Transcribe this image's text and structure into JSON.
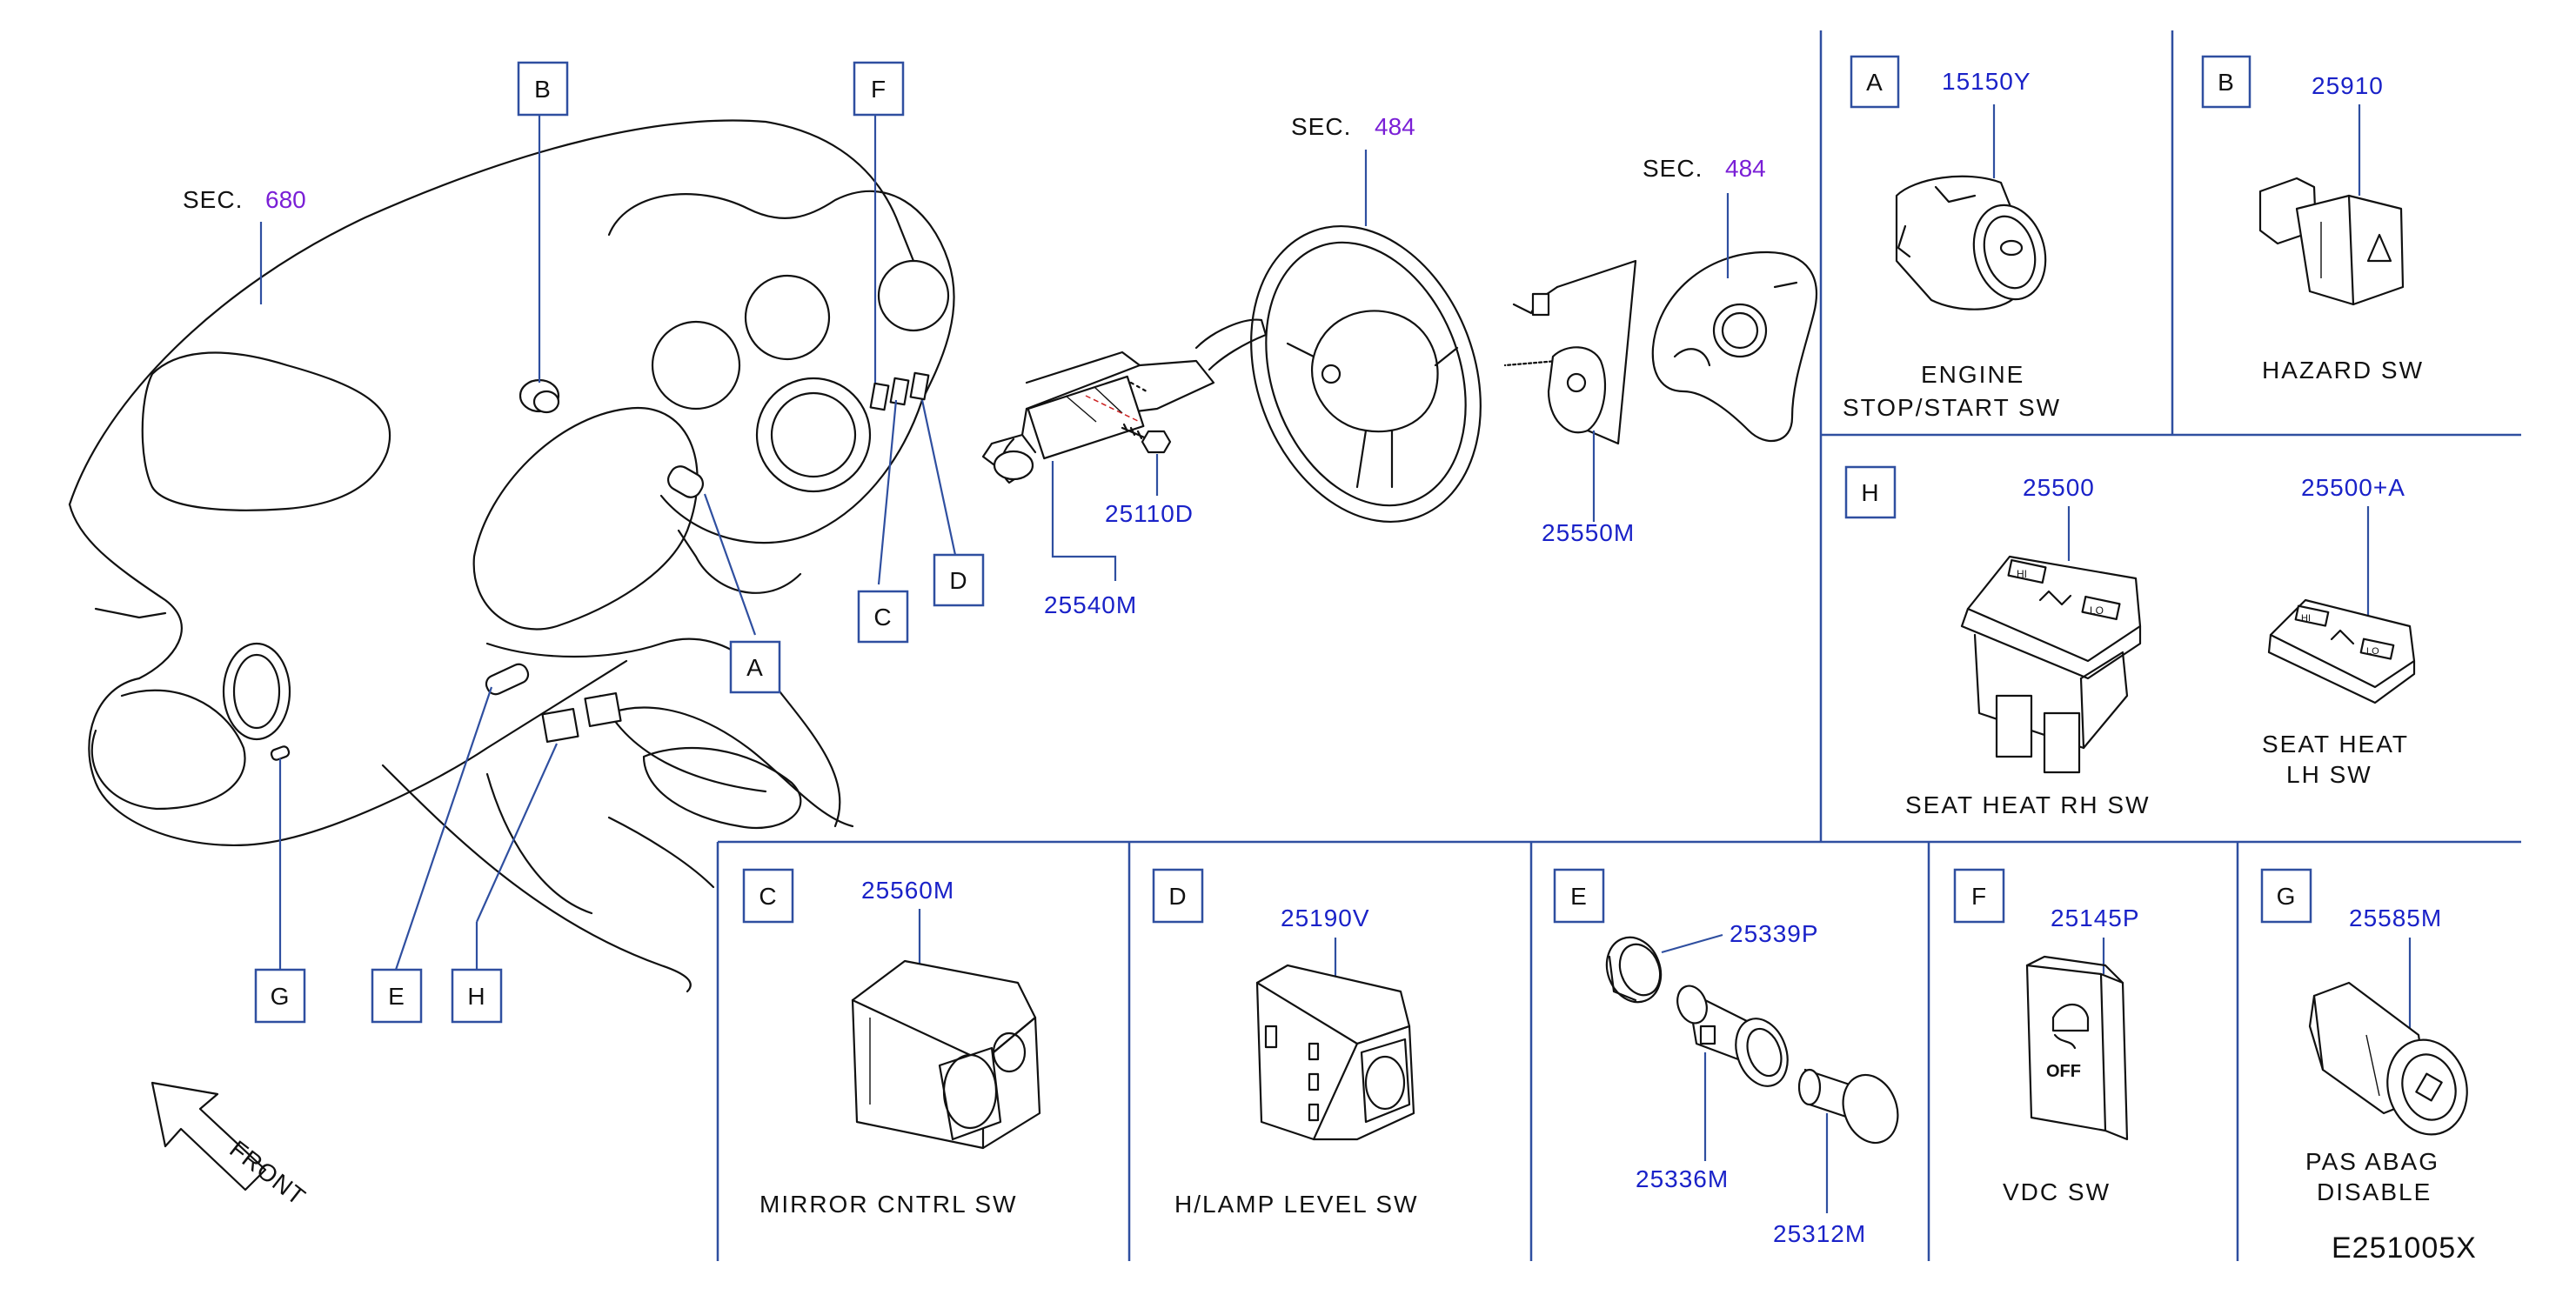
{
  "sec_label": "SEC.",
  "sec_numbers": {
    "dash": "680",
    "steering": "484",
    "airbag": "484"
  },
  "callouts": {
    "A": "A",
    "B": "B",
    "C": "C",
    "D": "D",
    "E": "E",
    "F": "F",
    "G": "G",
    "H": "H"
  },
  "part_numbers": {
    "combination_switch": "25540M",
    "screw": "25110D",
    "spiral_cable": "25550M",
    "engine_start": "15150Y",
    "hazard": "25910",
    "seat_heat_rh": "25500",
    "seat_heat_lh": "25500+A",
    "mirror": "25560M",
    "headlamp": "25190V",
    "socket_ring": "25339P",
    "socket": "25336M",
    "socket_plug": "25312M",
    "vdc": "25145P",
    "pas_abag": "25585M"
  },
  "captions": {
    "engine_1": "ENGINE",
    "engine_2": "STOP/START   SW",
    "hazard": "HAZARD   SW",
    "seat_rh": "SEAT   HEAT   RH   SW",
    "seat_lh_1": "SEAT   HEAT",
    "seat_lh_2": "LH   SW",
    "mirror": "MIRROR   CNTRL   SW",
    "headlamp": "H/LAMP   LEVEL   SW",
    "vdc": "VDC   SW",
    "pas_1": "PAS   ABAG",
    "pas_2": "DISABLE"
  },
  "front_label": "FRONT",
  "vdc_off_text": "OFF",
  "seat_switch_text": {
    "hi": "HI",
    "lo": "LO"
  },
  "diagram_code": "E251005X"
}
